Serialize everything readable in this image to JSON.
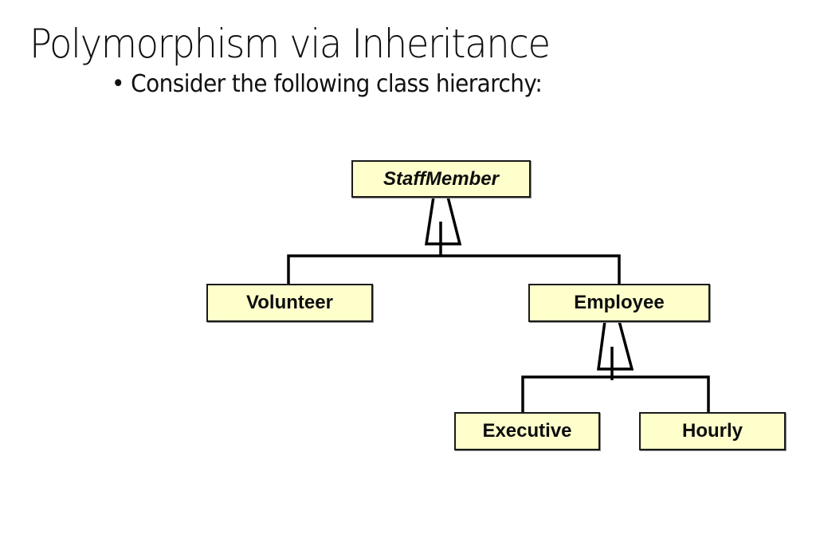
{
  "slide": {
    "title": "Polymorphism via Inheritance",
    "bullet_symbol": "•",
    "bullet_text": "Consider the following class hierarchy:"
  },
  "diagram": {
    "type": "uml-class-hierarchy",
    "colors": {
      "box_fill": "#ffffcc",
      "box_border": "#1a1a1a",
      "line": "#000000"
    },
    "classes": {
      "staff_member": {
        "name": "StaffMember",
        "abstract": true
      },
      "volunteer": {
        "name": "Volunteer",
        "parent": "StaffMember"
      },
      "employee": {
        "name": "Employee",
        "parent": "StaffMember"
      },
      "executive": {
        "name": "Executive",
        "parent": "Employee"
      },
      "hourly": {
        "name": "Hourly",
        "parent": "Employee"
      }
    }
  }
}
